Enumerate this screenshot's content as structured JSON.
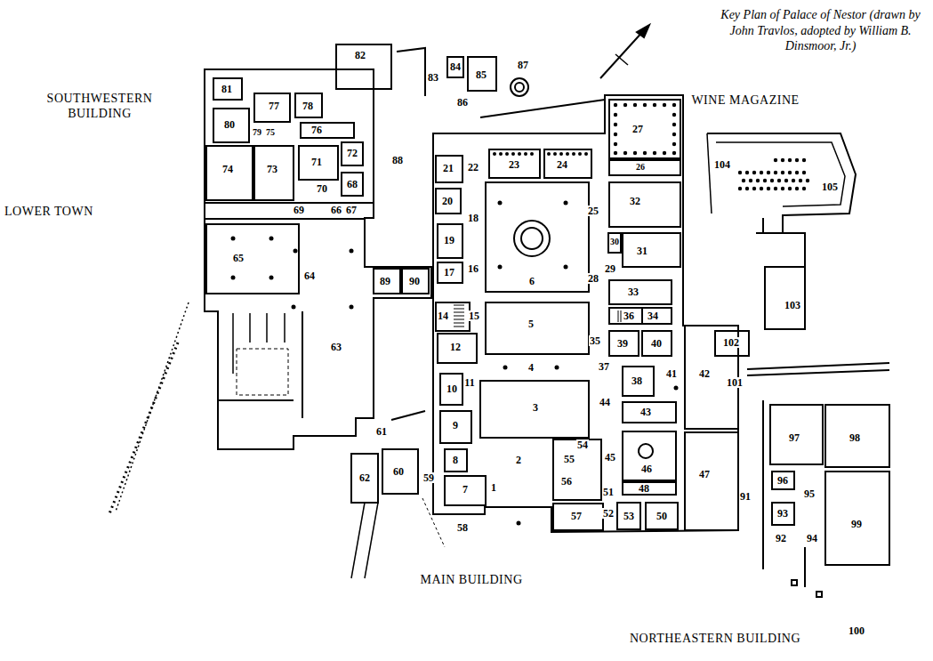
{
  "diagram": {
    "title": "Key Plan of Palace of Nestor (drawn by John Travlos, adopted by William B. Dinsmoor, Jr.)",
    "labels": [
      "SOUTHWESTERN BUILDING",
      "LOWER TOWN",
      "WINE MAGAZINE",
      "MAIN BUILDING",
      "NORTHEASTERN BUILDING",
      "81",
      "80",
      "77",
      "78",
      "79",
      "75",
      "76",
      "74",
      "73",
      "71",
      "72",
      "70",
      "68",
      "69",
      "66",
      "67",
      "65",
      "64",
      "63",
      "88",
      "89",
      "90",
      "82",
      "83",
      "84",
      "85",
      "87",
      "86",
      "21",
      "22",
      "23",
      "24",
      "27",
      "26",
      "20",
      "18",
      "19",
      "17",
      "16",
      "14",
      "15",
      "6",
      "25",
      "32",
      "30",
      "31",
      "29",
      "28",
      "33",
      "36",
      "34",
      "5",
      "12",
      "4",
      "11",
      "10",
      "9",
      "3",
      "35",
      "37",
      "39",
      "40",
      "38",
      "41",
      "42",
      "43",
      "44",
      "8",
      "2",
      "1",
      "7",
      "54",
      "55",
      "56",
      "45",
      "46",
      "48",
      "47",
      "51",
      "52",
      "53",
      "50",
      "57",
      "58",
      "59",
      "60",
      "62",
      "61",
      "91",
      "97",
      "98",
      "96",
      "95",
      "93",
      "92",
      "94",
      "99",
      "101",
      "102",
      "103",
      "104",
      "105",
      "100"
    ]
  }
}
